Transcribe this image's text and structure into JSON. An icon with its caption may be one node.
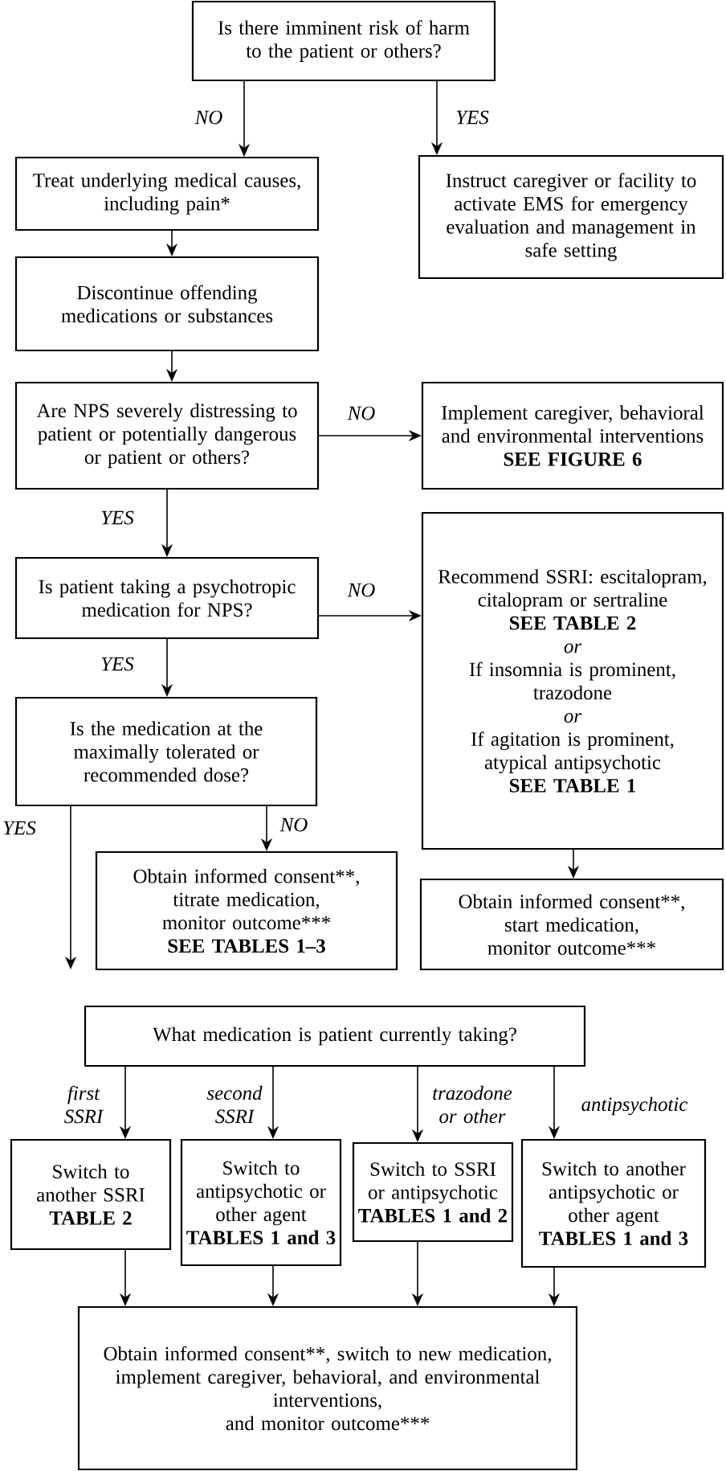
{
  "diagram": {
    "nodes": [
      {
        "text": [
          "Is there imminent risk of harm to the patient or others?"
        ]
      },
      {
        "text": [
          "Treat underlying medical causes, including pain*"
        ]
      },
      {
        "text": [
          "Instruct caregiver or facility to activate EMS for emergency evaluation and management in safe setting"
        ]
      },
      {
        "text": [
          "Discontinue offending medications or substances"
        ]
      },
      {
        "text": [
          "Are NPS severely distressing to patient or potentially dangerous or patient or others?"
        ]
      },
      {
        "text": [
          "Implement caregiver, behavioral and environmental interventions",
          "SEE FIGURE 6"
        ]
      },
      {
        "text": [
          "Is patient taking a psychotropic medication for NPS?"
        ]
      },
      {
        "text": [
          "Recommend SSRI: escitalopram, citalopram or sertraline",
          "SEE TABLE 2",
          "or",
          "If insomnia is prominent, trazodone",
          "or",
          "If agitation is prominent, atypical antipsychotic",
          "SEE TABLE 1"
        ]
      },
      {
        "text": [
          "Is the medication at the maximally tolerated or recommended dose?"
        ]
      },
      {
        "text": [
          "Obtain informed consent**,",
          "titrate medication,",
          "monitor outcome***",
          "SEE TABLES 1–3"
        ]
      },
      {
        "text": [
          "Obtain informed consent**,",
          "start medication,",
          "monitor outcome***"
        ]
      },
      {
        "text": [
          "What medication is patient currently taking?"
        ]
      },
      {
        "text": [
          "Switch to another SSRI",
          "TABLE 2"
        ]
      },
      {
        "text": [
          "Switch to antipsychotic or other agent",
          "TABLES 1 and 3"
        ]
      },
      {
        "text": [
          "Switch to SSRI or antipsychotic",
          "TABLES 1 and 2"
        ]
      },
      {
        "text": [
          "Switch to another antipsychotic or other agent",
          "TABLES 1 and 3"
        ]
      },
      {
        "text": [
          "Obtain informed consent**, switch to new medication, implement caregiver, behavioral, and environmental interventions,",
          "and monitor outcome***"
        ]
      }
    ],
    "edges": [
      {
        "from": 0,
        "to": 1,
        "arrow": "to",
        "label": "NO"
      },
      {
        "from": 0,
        "to": 2,
        "arrow": "to",
        "label": "YES"
      },
      {
        "from": 1,
        "to": 3,
        "arrow": "to"
      },
      {
        "from": 3,
        "to": 4,
        "arrow": "to"
      },
      {
        "from": 4,
        "to": 5,
        "arrow": "to",
        "label": "NO"
      },
      {
        "from": 4,
        "to": 6,
        "arrow": "to",
        "label": "YES"
      },
      {
        "from": 6,
        "to": 7,
        "arrow": "to",
        "label": "NO"
      },
      {
        "from": 6,
        "to": 8,
        "arrow": "to",
        "label": "YES"
      },
      {
        "from": 8,
        "to": 9,
        "arrow": "to",
        "label": "NO"
      },
      {
        "from": 8,
        "to": null,
        "arrow": "to",
        "label": "YES"
      },
      {
        "from": 7,
        "to": 10,
        "arrow": "to"
      },
      {
        "from": 11,
        "to": 12,
        "arrow": "to",
        "label": "first SSRI"
      },
      {
        "from": 11,
        "to": 13,
        "arrow": "to",
        "label": "second SSRI"
      },
      {
        "from": 11,
        "to": 14,
        "arrow": "to",
        "label": "trazodone or other"
      },
      {
        "from": 11,
        "to": 15,
        "arrow": "to",
        "label": "antipsychotic"
      },
      {
        "from": 12,
        "to": 16,
        "arrow": "to"
      },
      {
        "from": 13,
        "to": 16,
        "arrow": "to"
      },
      {
        "from": 14,
        "to": 16,
        "arrow": "to"
      },
      {
        "from": 15,
        "to": 16,
        "arrow": "to"
      }
    ]
  }
}
